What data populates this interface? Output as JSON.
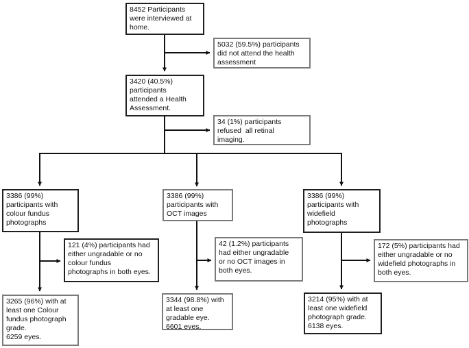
{
  "flowchart": {
    "description": "Participant flow diagram for retinal imaging study",
    "colors": {
      "box_border_dark": "#1f1f1f",
      "box_border_gray": "#7a7a7a",
      "connector": "#111111",
      "text": "#111111",
      "background": "#ffffff"
    },
    "nodes": [
      {
        "id": "interviewed",
        "text": "8452 Participants\nwere interviewed at\nhome."
      },
      {
        "id": "did-not-attend",
        "text": "5032 (59.5%) participants\ndid not attend the health\nassessment"
      },
      {
        "id": "attended",
        "text": "3420 (40.5%)\nparticipants\nattended a Health\nAssessment."
      },
      {
        "id": "refused-imaging",
        "text": "34 (1%) participants\nrefused  all retinal\nimaging."
      },
      {
        "id": "colour-fundus",
        "text": "3386 (99%)\nparticipants with\ncolour fundus\nphotographs"
      },
      {
        "id": "oct-images",
        "text": "3386 (99%)\nparticipants with\nOCT images"
      },
      {
        "id": "widefield",
        "text": "3386 (99%)\nparticipants with\nwidefield\nphotographs"
      },
      {
        "id": "ungradable-colour-fundus",
        "text": "121 (4%) participants had\neither ungradable or no\ncolour fundus\nphotographs in both eyes."
      },
      {
        "id": "ungradable-oct",
        "text": "42 (1.2%) participants\nhad either ungradable\nor no OCT images in\nboth eyes."
      },
      {
        "id": "ungradable-widefield",
        "text": "172 (5%) participants had\neither ungradable or no\nwidefield photographs in\nboth eyes."
      },
      {
        "id": "colour-fundus-graded",
        "text": "3265 (96%) with at\nleast one Colour\nfundus photograph\ngrade.\n6259 eyes."
      },
      {
        "id": "oct-gradable",
        "text": "3344 (98.8%) with\nat least one\ngradable eye.\n6601 eyes."
      },
      {
        "id": "widefield-graded",
        "text": "3214 (95%) with at\nleast one widefield\nphotograph grade.\n6138 eyes."
      }
    ],
    "edges": [
      {
        "from": "interviewed",
        "to": "attended"
      },
      {
        "from": "interviewed",
        "to": "did-not-attend"
      },
      {
        "from": "attended",
        "to": "refused-imaging"
      },
      {
        "from": "attended",
        "to": "colour-fundus"
      },
      {
        "from": "attended",
        "to": "oct-images"
      },
      {
        "from": "attended",
        "to": "widefield"
      },
      {
        "from": "colour-fundus",
        "to": "ungradable-colour-fundus"
      },
      {
        "from": "colour-fundus",
        "to": "colour-fundus-graded"
      },
      {
        "from": "oct-images",
        "to": "ungradable-oct"
      },
      {
        "from": "oct-images",
        "to": "oct-gradable"
      },
      {
        "from": "widefield",
        "to": "ungradable-widefield"
      },
      {
        "from": "widefield",
        "to": "widefield-graded"
      }
    ]
  }
}
